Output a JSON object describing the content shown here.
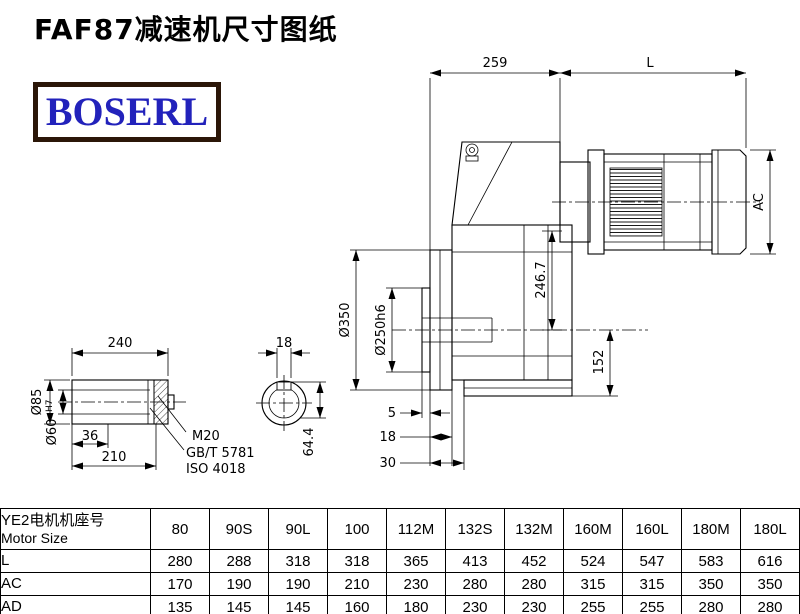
{
  "title": "FAF87减速机尺寸图纸",
  "logo": {
    "text": "BOSERL"
  },
  "drawing": {
    "main": {
      "d259": "259",
      "dL": "L",
      "dAC": "AC",
      "d2467": "246.7",
      "d350": "Ø350",
      "d250": "Ø250h6",
      "d152": "152",
      "d5": "5",
      "d18": "18",
      "d30": "30"
    },
    "shaft": {
      "d240": "240",
      "d85": "Ø85",
      "d60": "Ø60",
      "d60t": "H7",
      "d36": "36",
      "d210": "210",
      "m20": "M20",
      "gb": "GB/T 5781",
      "iso": "ISO 4018",
      "d18": "18",
      "d644": "64.4"
    }
  },
  "table": {
    "header_cn": "YE2电机机座号",
    "header_en": "Motor Size",
    "sizes": [
      "80",
      "90S",
      "90L",
      "100",
      "112M",
      "132S",
      "132M",
      "160M",
      "160L",
      "180M",
      "180L"
    ],
    "rows": [
      {
        "label": "L",
        "values": [
          "280",
          "288",
          "318",
          "318",
          "365",
          "413",
          "452",
          "524",
          "547",
          "583",
          "616"
        ]
      },
      {
        "label": "AC",
        "values": [
          "170",
          "190",
          "190",
          "210",
          "230",
          "280",
          "280",
          "315",
          "315",
          "350",
          "350"
        ]
      },
      {
        "label": "AD",
        "values": [
          "135",
          "145",
          "145",
          "160",
          "180",
          "230",
          "230",
          "255",
          "255",
          "280",
          "280"
        ]
      }
    ]
  }
}
